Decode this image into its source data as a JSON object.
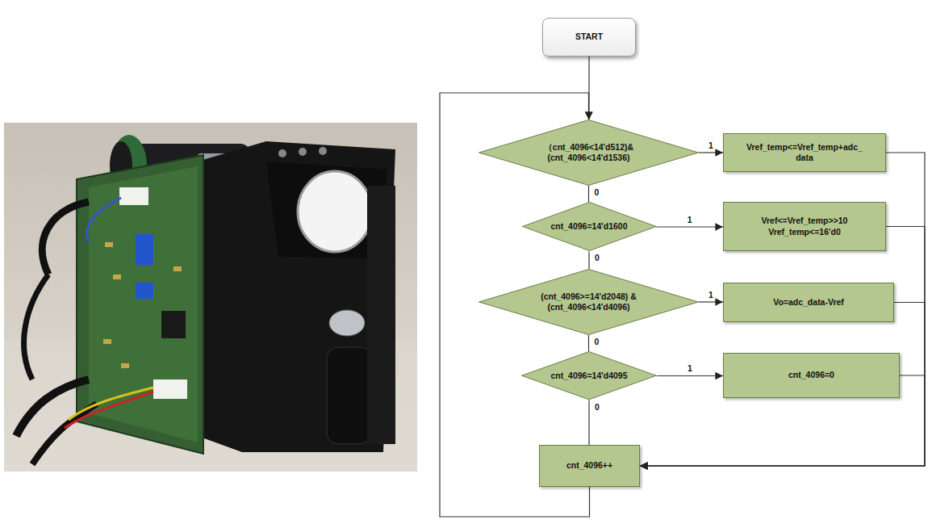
{
  "diagram": {
    "nodes": [
      {
        "text": [
          "START"
        ]
      },
      {
        "text": [
          "（cnt_4096<14'd512)& (cnt_4096<14'd1536)"
        ]
      },
      {
        "text": [
          "Vref_temp<=Vref_temp+adc_ data"
        ]
      },
      {
        "text": [
          "cnt_4096=14'd1600"
        ]
      },
      {
        "text": [
          "Vref<=Vref_temp>>10 Vref_temp<=16'd0"
        ]
      },
      {
        "text": [
          "(cnt_4096>=14'd2048) &(cnt_4096<14'd4096)"
        ]
      },
      {
        "text": [
          "Vo=adc_data-Vref"
        ]
      },
      {
        "text": [
          "cnt_4096=14'd4095"
        ]
      },
      {
        "text": [
          "cnt_4096=0"
        ]
      },
      {
        "text": [
          "cnt_4096++"
        ]
      }
    ],
    "edges": [
      {
        "from": 0,
        "to": 1,
        "arrow": "to"
      },
      {
        "from": 1,
        "to": 2,
        "label": "1",
        "arrow": "to"
      },
      {
        "from": 1,
        "to": 3,
        "label": "0",
        "arrow": "none"
      },
      {
        "from": 3,
        "to": 4,
        "label": "1",
        "arrow": "to"
      },
      {
        "from": 3,
        "to": 5,
        "label": "0",
        "arrow": "none"
      },
      {
        "from": 5,
        "to": 6,
        "label": "1",
        "arrow": "to"
      },
      {
        "from": 5,
        "to": 7,
        "label": "0",
        "arrow": "none"
      },
      {
        "from": 7,
        "to": 8,
        "label": "1",
        "arrow": "to"
      },
      {
        "from": 7,
        "to": 9,
        "label": "0",
        "arrow": "none"
      },
      {
        "from": 2,
        "to": 9,
        "arrow": "to"
      },
      {
        "from": 4,
        "to": 9,
        "arrow": "to"
      },
      {
        "from": 6,
        "to": 9,
        "arrow": "to"
      },
      {
        "from": 8,
        "to": 9,
        "arrow": "to"
      },
      {
        "from": 9,
        "to": 1,
        "arrow": "to"
      }
    ]
  }
}
